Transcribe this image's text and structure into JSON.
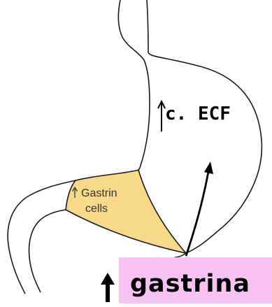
{
  "labels": {
    "ecf": "c. ECF",
    "gastrin_cells_line1": "Gastrin",
    "gastrin_cells_line2": "cells",
    "gastrina": "gastrina"
  },
  "colors": {
    "outline": "#1a1a1a",
    "gastrin_region": "#f8d98a",
    "gastrina_highlight": "#f7c2f3",
    "arrow": "#000000"
  }
}
